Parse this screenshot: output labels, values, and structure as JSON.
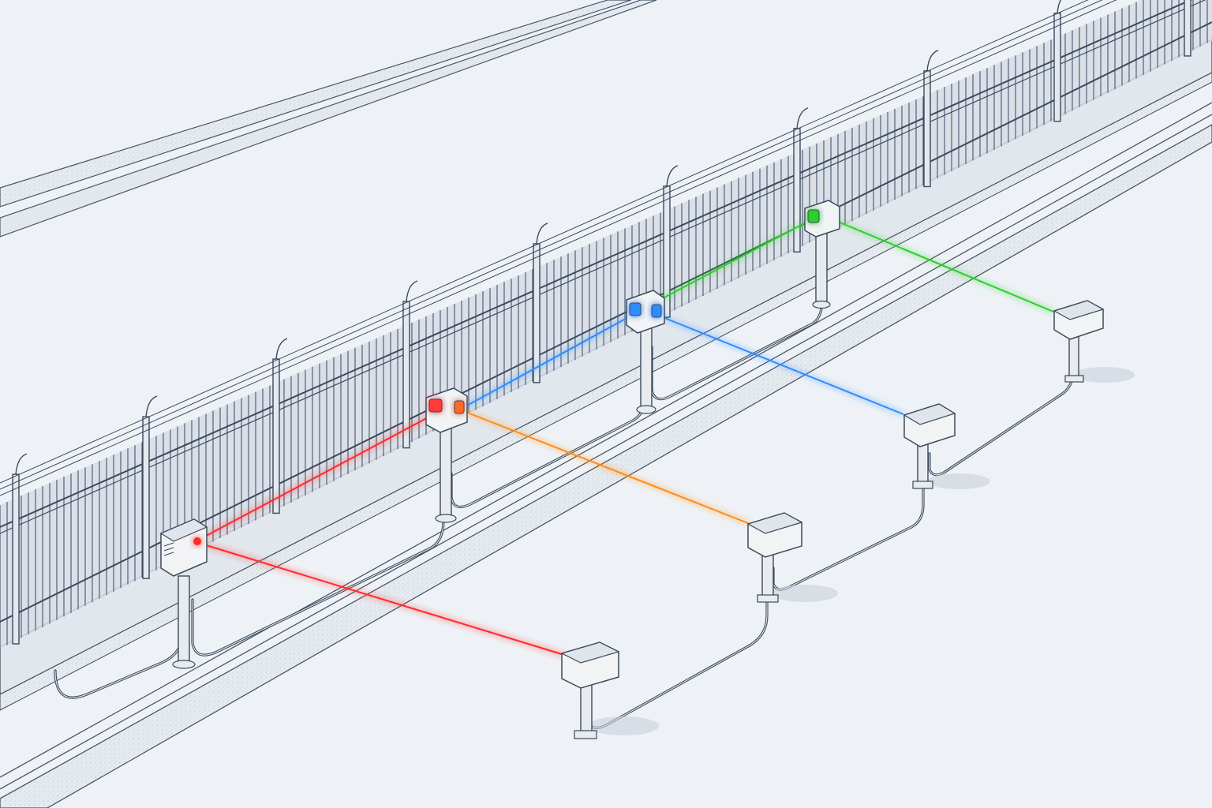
{
  "scene": {
    "description_visible_text": [],
    "colors": {
      "background": "#e9eef3",
      "ground": "#eef2f6",
      "line_art": "#3c4a5c",
      "fence_fill": "#d4dbe4",
      "wall_fill": "#e2e7ed",
      "device_fill": "#f1f3f5",
      "beam_red": "#ff2b2b",
      "beam_orange": "#ff8c1a",
      "beam_blue": "#2f8cff",
      "beam_green": "#2ad02a"
    },
    "transmitters": [
      {
        "name": "transmitter-1",
        "lens_color": "#ff2b2b"
      },
      {
        "name": "transmitter-2",
        "lens_color": "#ff3333"
      },
      {
        "name": "transmitter-3",
        "lens_color": "#2f8cff"
      },
      {
        "name": "transmitter-4",
        "lens_color": "#2ad02a"
      }
    ],
    "beams": [
      {
        "name": "beam-red-1",
        "color": "#ff2b2b"
      },
      {
        "name": "beam-red-2",
        "color": "#ff2b2b"
      },
      {
        "name": "beam-orange",
        "color": "#ff8c1a"
      },
      {
        "name": "beam-blue-1",
        "color": "#2f8cff"
      },
      {
        "name": "beam-blue-2",
        "color": "#2f8cff"
      },
      {
        "name": "beam-green-1",
        "color": "#2ad02a"
      },
      {
        "name": "beam-green-2",
        "color": "#2ad02a"
      }
    ],
    "receivers": [
      {
        "name": "receiver-1"
      },
      {
        "name": "receiver-2"
      },
      {
        "name": "receiver-3"
      },
      {
        "name": "receiver-4"
      }
    ]
  }
}
